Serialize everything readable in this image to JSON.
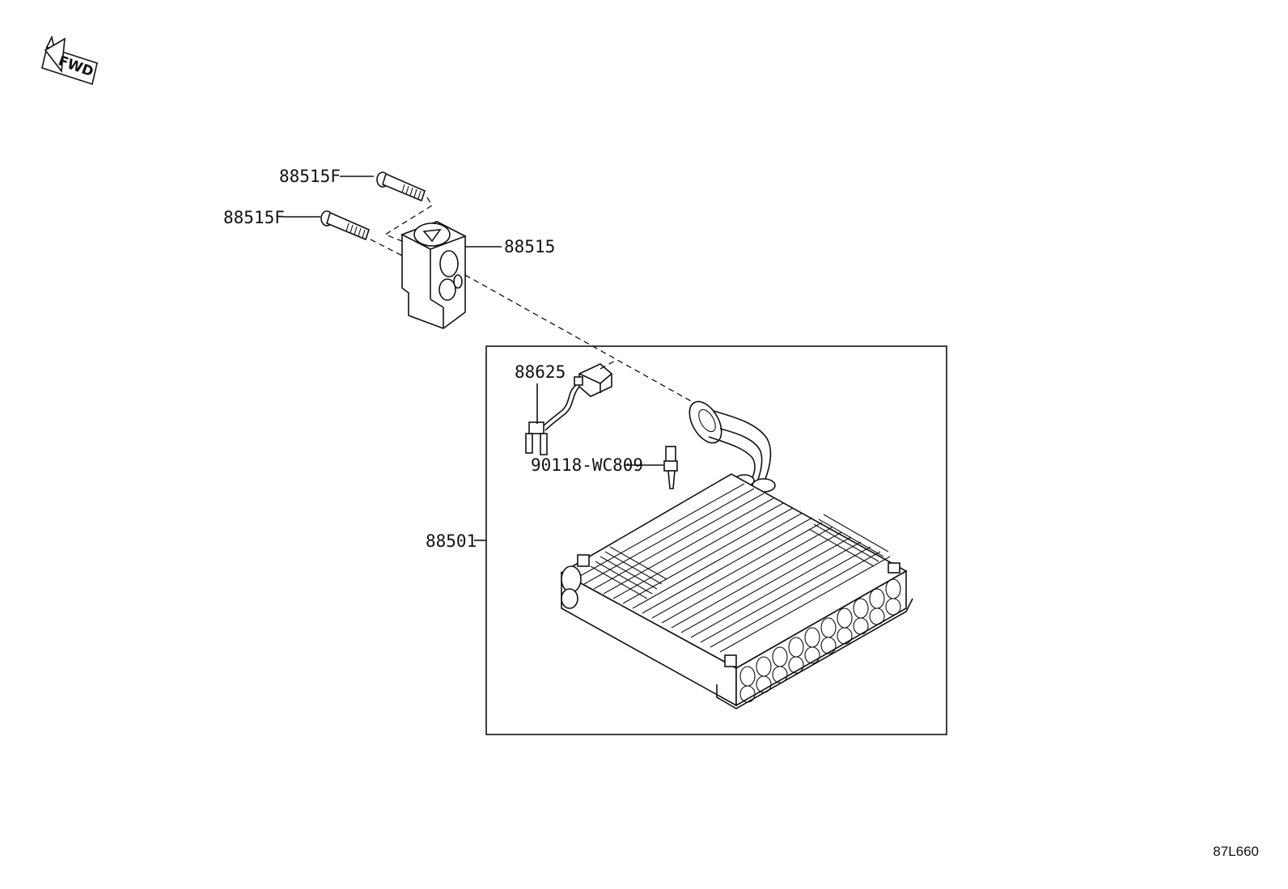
{
  "fwd_indicator": {
    "label": "FWD"
  },
  "callouts": {
    "bolt_upper": "88515F",
    "bolt_lower": "88515F",
    "expansion_valve": "88515",
    "thermistor": "88625",
    "clip": "90118-WC809",
    "evaporator": "88501"
  },
  "diagram_code": "87L660"
}
